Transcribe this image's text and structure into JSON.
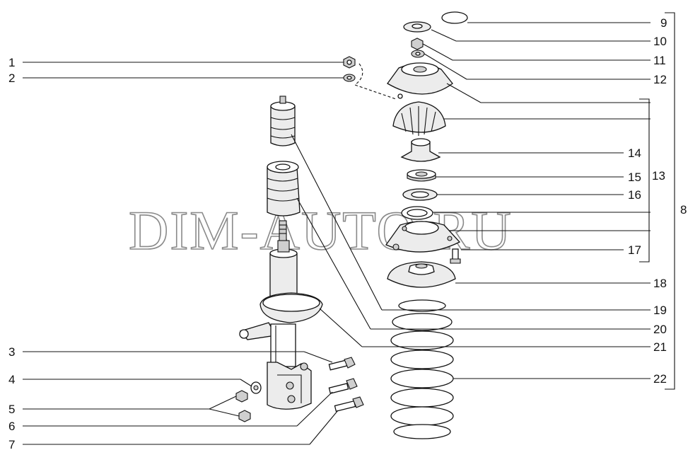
{
  "watermark": "DIM-AUTO.RU",
  "labels": {
    "l1": "1",
    "l2": "2",
    "l3": "3",
    "l4": "4",
    "l5": "5",
    "l6": "6",
    "l7": "7",
    "l8": "8",
    "l9": "9",
    "l10": "10",
    "l11": "11",
    "l12": "12",
    "l13": "13",
    "l14": "14",
    "l15": "15",
    "l16": "16",
    "l17": "17",
    "l18": "18",
    "l19": "19",
    "l20": "20",
    "l21": "21",
    "l22": "22"
  }
}
